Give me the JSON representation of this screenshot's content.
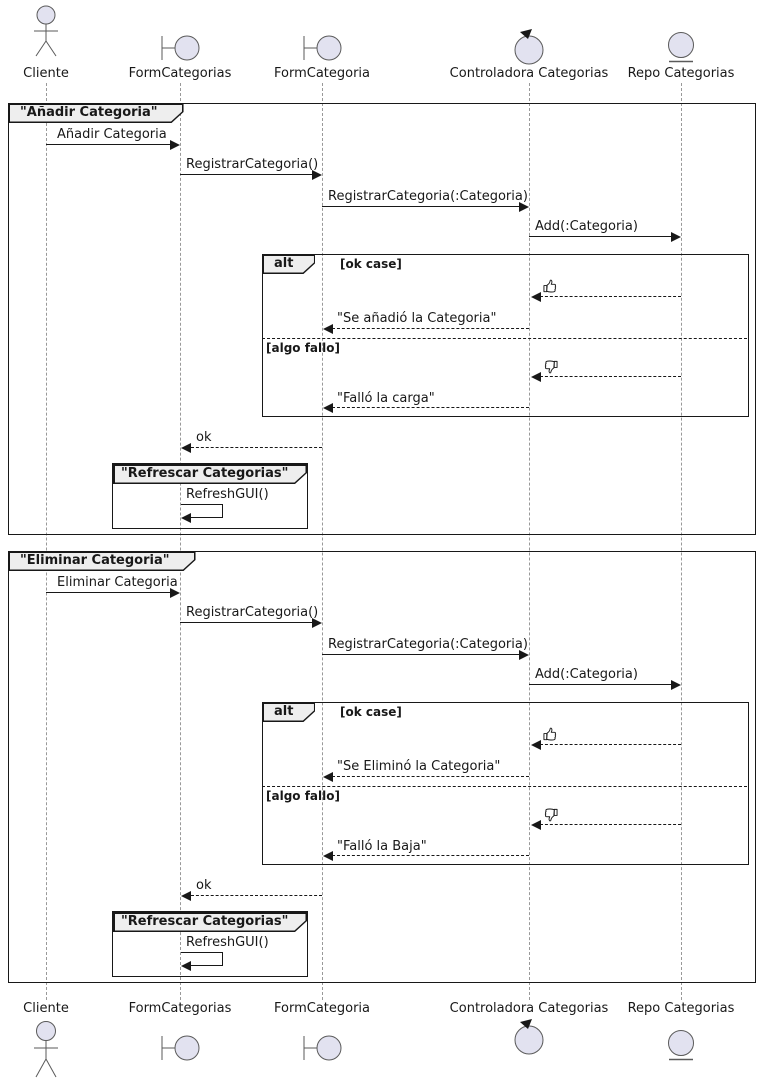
{
  "participants": [
    {
      "label": "Cliente",
      "type": "actor"
    },
    {
      "label": "FormCategorias",
      "type": "boundary"
    },
    {
      "label": "FormCategoria",
      "type": "boundary"
    },
    {
      "label": "Controladora Categorias",
      "type": "control"
    },
    {
      "label": "Repo Categorias",
      "type": "entity"
    }
  ],
  "group1": {
    "title": "\"Añadir Categoria\"",
    "call1": "Añadir Categoria",
    "call2": "RegistrarCategoria()",
    "call3": "RegistrarCategoria(:Categoria)",
    "call4": "Add(:Categoria)",
    "alt_keyword": "alt",
    "guard_ok": "[ok case]",
    "reply_ok": "\"Se añadió la Categoria\"",
    "guard_fail": "[algo fallo]",
    "reply_fail": "\"Falló la carga\"",
    "reply_to_form": "ok",
    "ref_title": "\"Refrescar Categorias\"",
    "ref_call": "RefreshGUI()"
  },
  "group2": {
    "title": "\"Eliminar Categoria\"",
    "call1": "Eliminar Categoria",
    "call2": "RegistrarCategoria()",
    "call3": "RegistrarCategoria(:Categoria)",
    "call4": "Add(:Categoria)",
    "alt_keyword": "alt",
    "guard_ok": "[ok case]",
    "reply_ok": "\"Se Eliminó la Categoria\"",
    "guard_fail": "[algo fallo]",
    "reply_fail": "\"Falló la Baja\"",
    "reply_to_form": "ok",
    "ref_title": "\"Refrescar Categorias\"",
    "ref_call": "RefreshGUI()"
  },
  "icons": {
    "ok_gesture": "thumbs-up",
    "fail_gesture": "thumbs-down"
  },
  "colors": {
    "background": "#FFFFFF",
    "participant_fill": "#E2E2F0",
    "participant_border": "#5A5A5A",
    "frame_border": "#181818",
    "tab_fill": "#EEEEEE",
    "lifeline": "#999999",
    "text": "#181818"
  }
}
